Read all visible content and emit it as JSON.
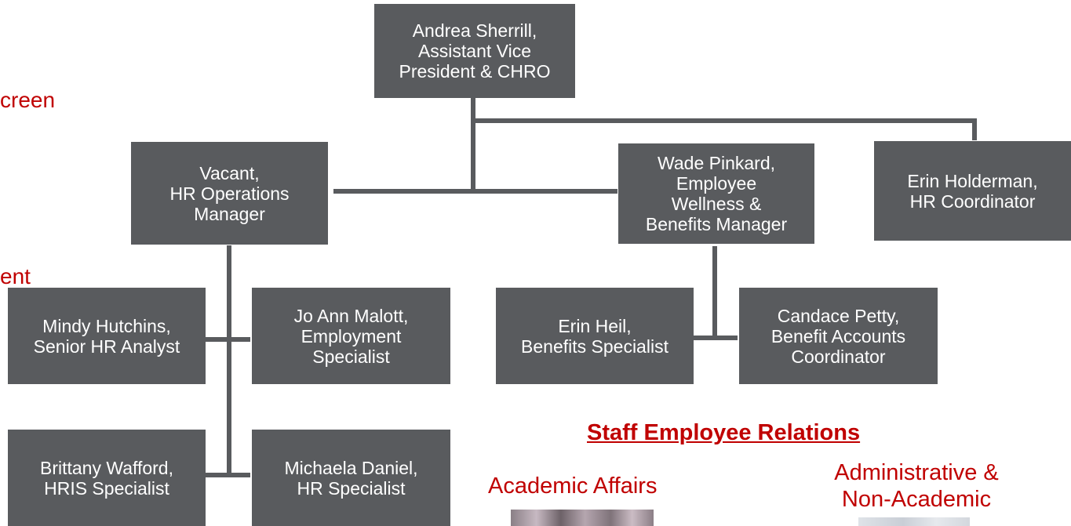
{
  "colors": {
    "box_fill": "#595b5e",
    "box_text": "#ffffff",
    "accent_red": "#c00000"
  },
  "cut_text": {
    "screen_fragment": "creen",
    "ent_fragment": "ent"
  },
  "org": {
    "top": "Andrea Sherrill,\nAssistant Vice\nPresident & CHRO",
    "ops_manager": "Vacant,\nHR Operations\nManager",
    "wellness_manager": "Wade Pinkard,\nEmployee\nWellness &\nBenefits Manager",
    "hr_coordinator": "Erin Holderman,\nHR Coordinator",
    "senior_analyst": "Mindy Hutchins,\nSenior HR Analyst",
    "employment_specialist": "Jo Ann Malott,\nEmployment\nSpecialist",
    "benefits_specialist": "Erin Heil,\nBenefits Specialist",
    "benefit_accounts": "Candace Petty,\nBenefit Accounts\nCoordinator",
    "hris_specialist": "Brittany Wafford,\nHRIS Specialist",
    "hr_specialist": "Michaela Daniel,\nHR Specialist"
  },
  "relations": {
    "heading": "Staff Employee Relations",
    "academic": "Academic Affairs",
    "administrative": "Administrative &\nNon-Academic"
  }
}
